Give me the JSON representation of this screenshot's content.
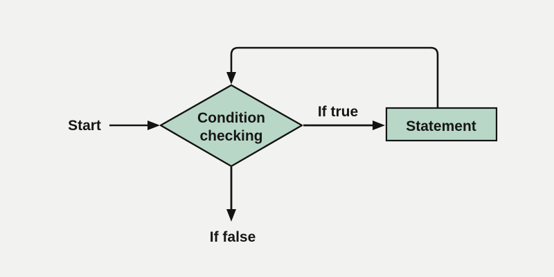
{
  "colors": {
    "background": "#f2f2f0",
    "node_fill": "#b8d7c7",
    "line": "#131313",
    "text": "#161616"
  },
  "labels": {
    "start": "Start",
    "condition_line1": "Condition",
    "condition_line2": "checking",
    "if_true": "If true",
    "statement": "Statement",
    "if_false": "If false"
  }
}
